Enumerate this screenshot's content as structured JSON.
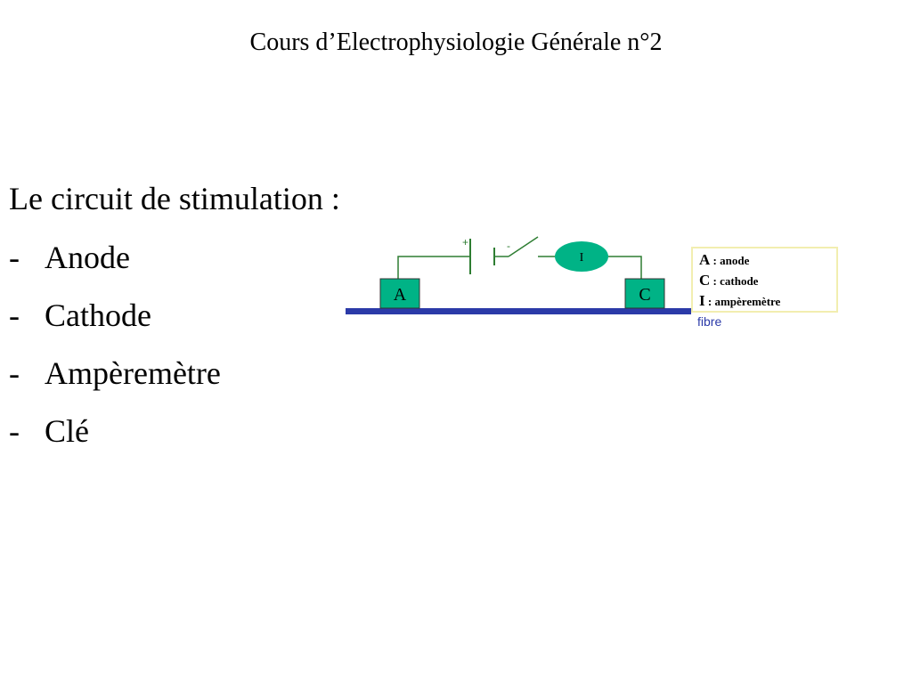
{
  "slide": {
    "title": "Cours d’Electrophysiologie Générale n°2"
  },
  "content": {
    "heading": "Le circuit de stimulation :",
    "bullet_marker": "-",
    "bullets": [
      "Anode",
      "Cathode",
      "Ampèremètre",
      "Clé"
    ]
  },
  "diagram": {
    "electrode_anode": "A",
    "electrode_cathode": "C",
    "ammeter": "I",
    "battery_plus": "+",
    "battery_minus": "-",
    "fiber_label": "fibre",
    "legend": [
      {
        "key": "A",
        "text": " : anode"
      },
      {
        "key": "C",
        "text": " : cathode"
      },
      {
        "key": "I",
        "text": " : ampèremètre"
      }
    ],
    "colors": {
      "wire": "#2e7d32",
      "electrode": "#00b386",
      "fiber": "#2b3aa8",
      "fiber_label": "#2b3aa8",
      "legend_border": "#f2eeb0"
    }
  }
}
